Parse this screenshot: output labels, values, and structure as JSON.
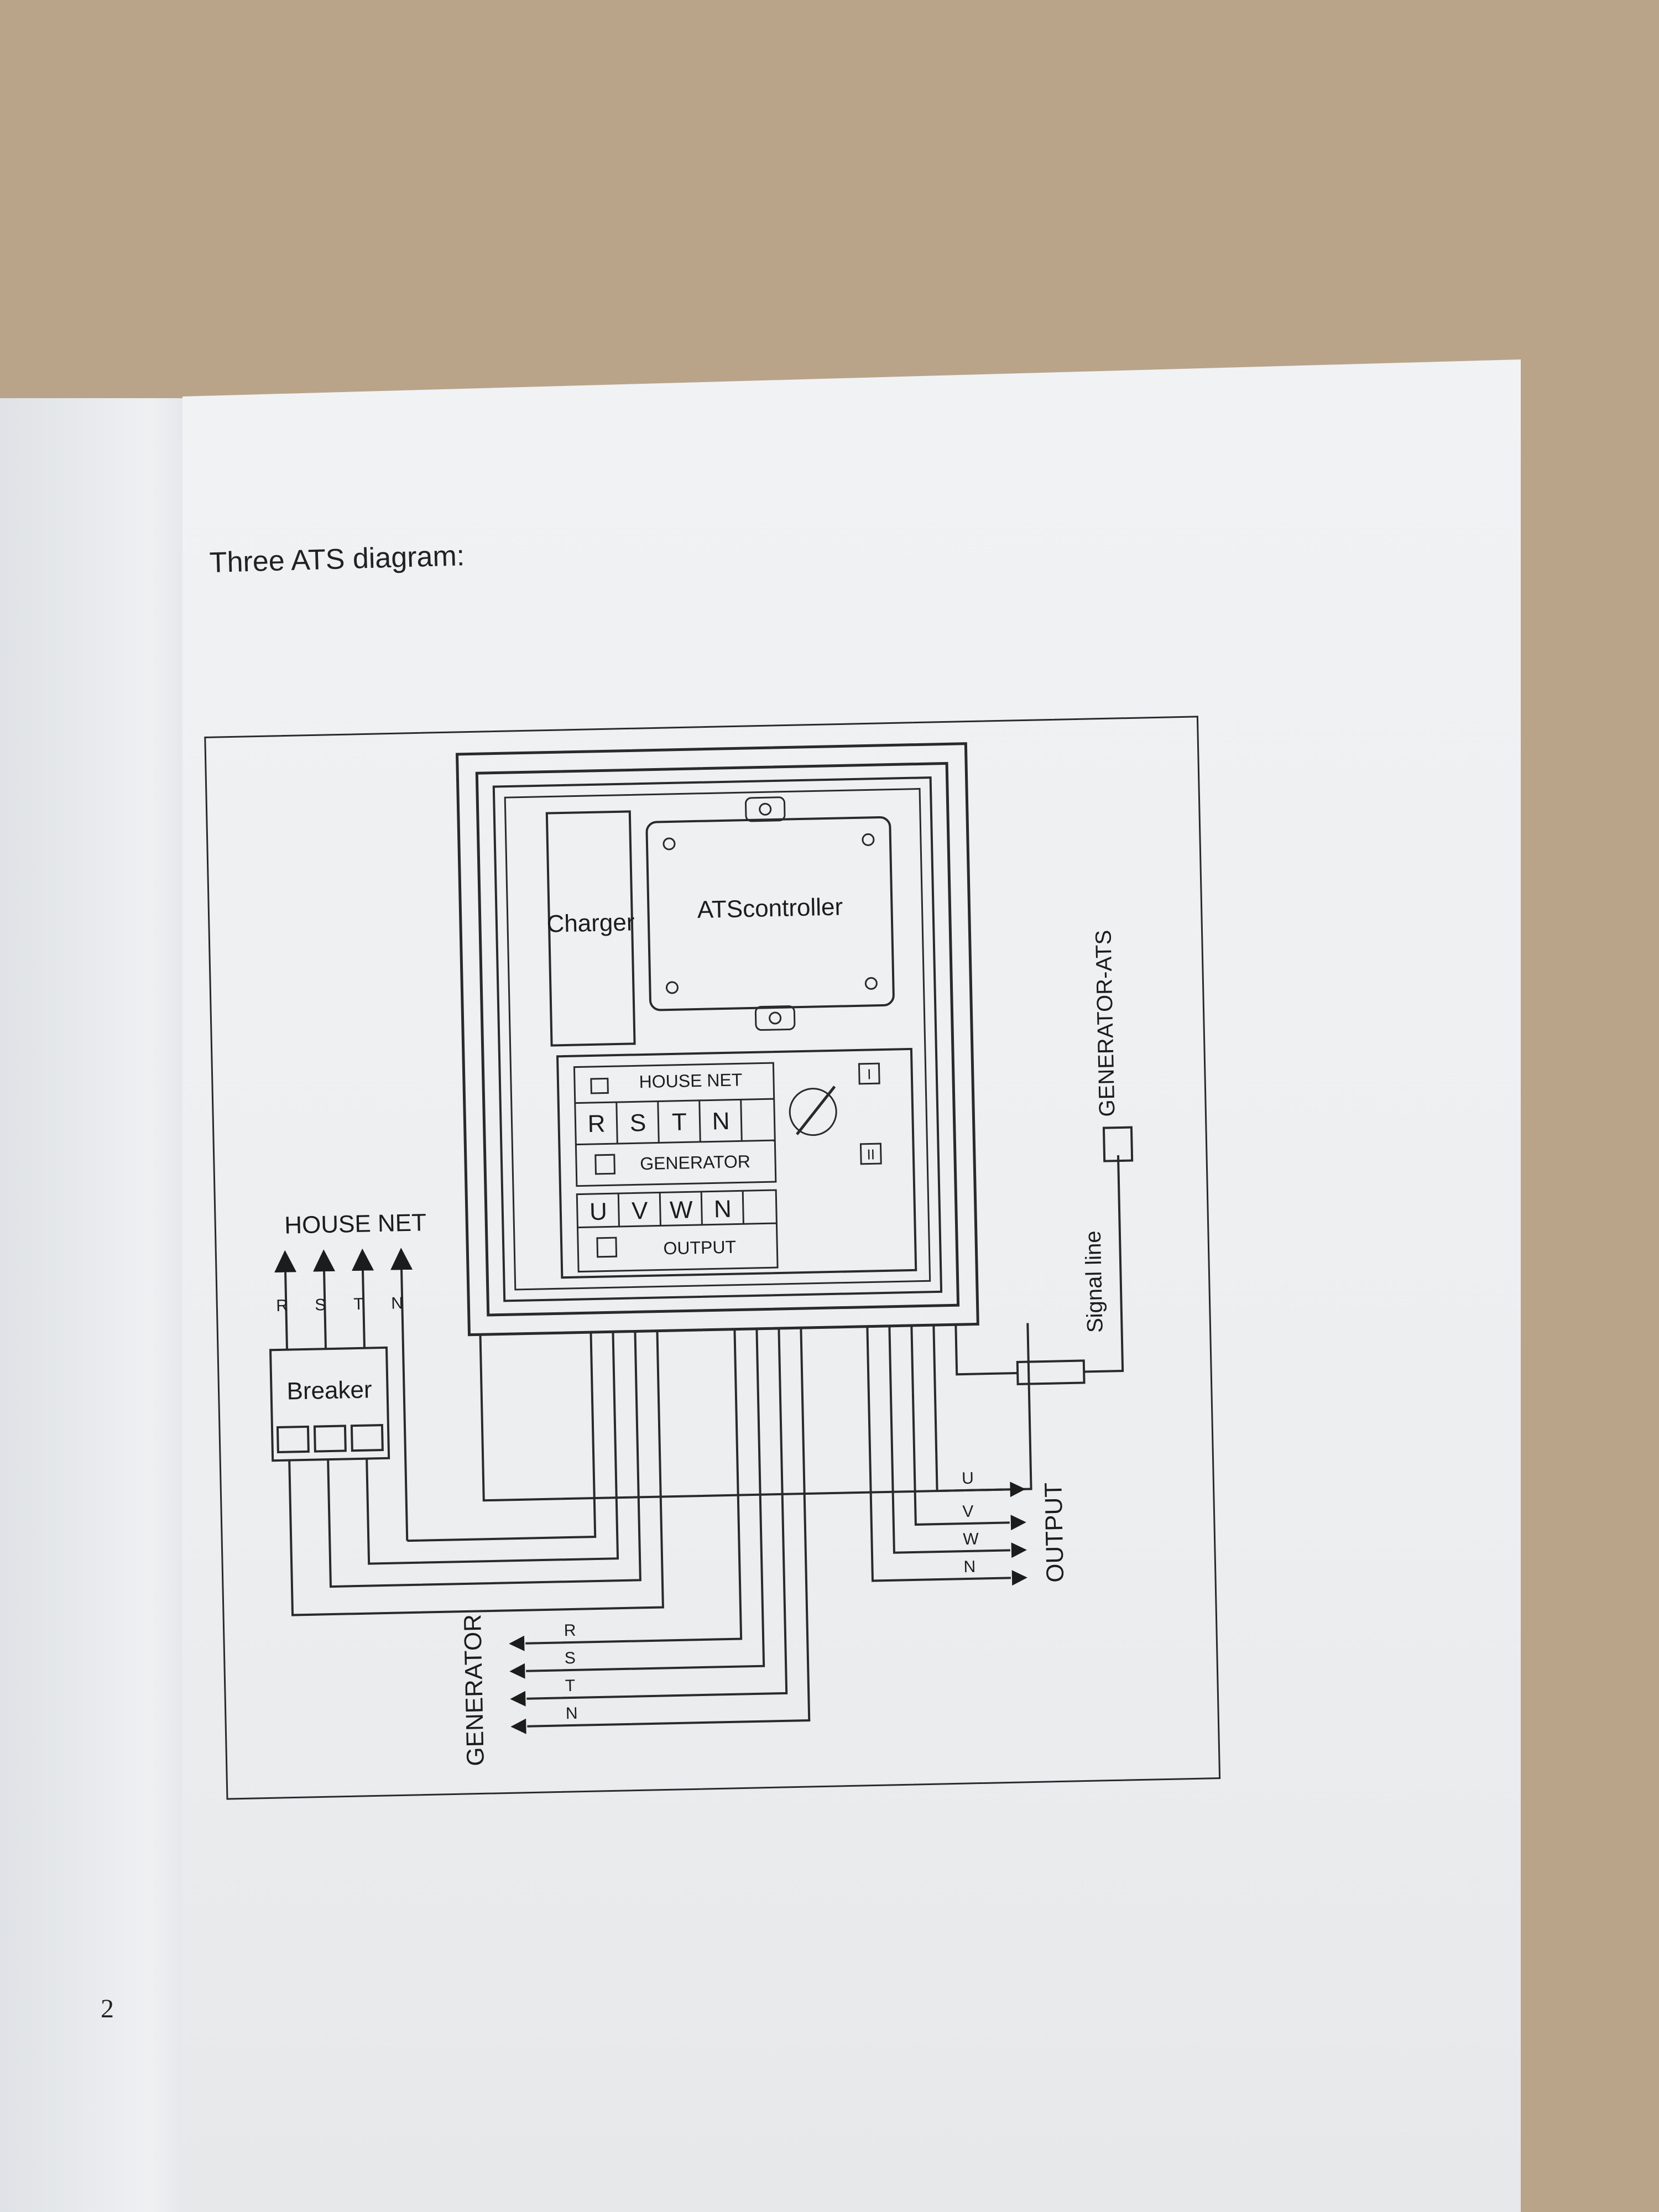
{
  "document": {
    "title": "Three ATS diagram:",
    "page_number": "2"
  },
  "diagram": {
    "charger": "Charger",
    "ats_controller": "ATScontroller",
    "panel": {
      "house_net": "HOUSE NET",
      "house_net_terminals": [
        "R",
        "S",
        "T",
        "N"
      ],
      "generator": "GENERATOR",
      "output_terminals": [
        "U",
        "V",
        "W",
        "N"
      ],
      "output": "OUTPUT",
      "switch_pos_1": "I",
      "switch_pos_2": "II"
    },
    "house_net_label": "HOUSE NET",
    "house_net_lines": [
      "R",
      "S",
      "T",
      "N"
    ],
    "breaker": "Breaker",
    "output_lines": [
      "U",
      "V",
      "W",
      "N"
    ],
    "output_label": "OUTPUT",
    "generator_lines": [
      "R",
      "S",
      "T",
      "N"
    ],
    "generator_label": "GENERATOR",
    "signal_line": "Signal line",
    "generator_ats": "GENERATOR-ATS"
  }
}
